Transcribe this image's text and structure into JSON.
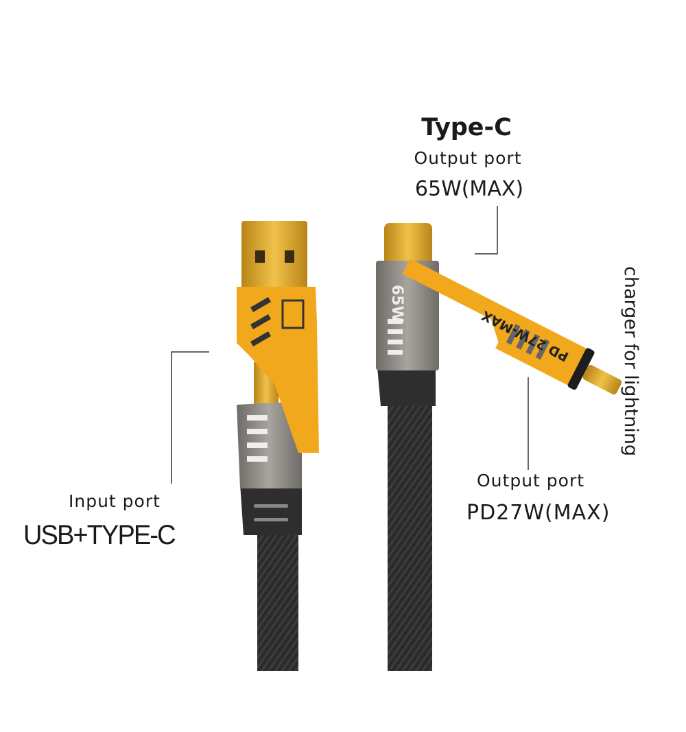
{
  "top_label": {
    "title": "Type-C",
    "subtitle": "Output port",
    "power": "65W(MAX)"
  },
  "input_label": {
    "subtitle": "Input port",
    "title": "USB+TYPE-C"
  },
  "lightning_label": {
    "subtitle": "Output port",
    "power": "PD27W(MAX)",
    "side_text": "charger for lightning"
  },
  "product_marks": {
    "c_housing": "65W",
    "lightning_housing": "PD 27W-MAX"
  },
  "colors": {
    "gold": "#d9a521",
    "yellow": "#f2a81d",
    "grey": "#8e8a84",
    "cable": "#2a2a2a"
  }
}
